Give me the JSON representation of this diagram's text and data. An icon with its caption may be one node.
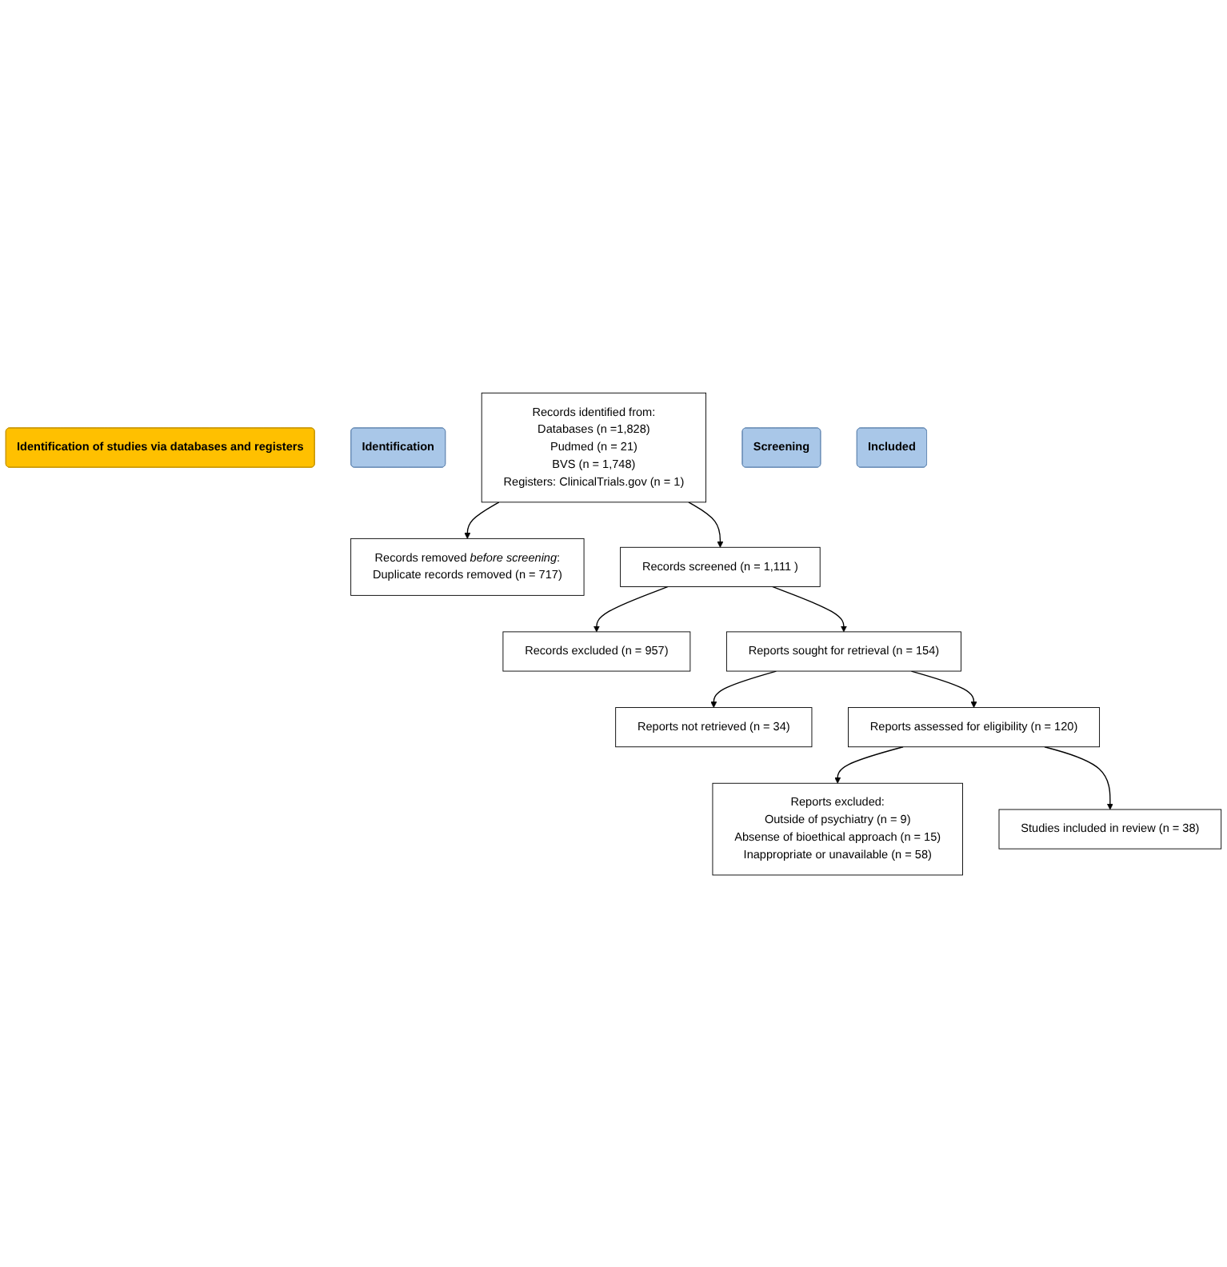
{
  "diagram": {
    "nodes": [
      {
        "text": [
          "Identification of studies via databases and registers"
        ]
      },
      {
        "text": [
          "Identification"
        ]
      },
      {
        "text": [
          "Records identified from:",
          "Databases (n =1,828)",
          "Pudmed (n = 21)",
          "BVS (n = 1,748)",
          "Registers: ClinicalTrials.gov (n = 1)"
        ]
      },
      {
        "text": [
          "Records removed *before screening*:",
          "Duplicate records removed (n = 717)"
        ]
      },
      {
        "text": [
          "Screening"
        ]
      },
      {
        "text": [
          "Records screened (n = 1,111 )"
        ]
      },
      {
        "text": [
          "Records excluded (n = 957)"
        ]
      },
      {
        "text": [
          "Reports sought for retrieval (n = 154)"
        ]
      },
      {
        "text": [
          "Reports not retrieved (n = 34)"
        ]
      },
      {
        "text": [
          "Reports assessed for eligibility (n = 120)"
        ]
      },
      {
        "text": [
          "Reports excluded:",
          "Outside of psychiatry (n = 9)",
          "Absense of bioethical approach (n = 15)",
          "Inappropriate or unavailable (n = 58)"
        ]
      },
      {
        "text": [
          "Included"
        ]
      },
      {
        "text": [
          "Studies included in review (n = 38)"
        ]
      }
    ],
    "edges": [
      {
        "from": 2,
        "to": 3,
        "arrow": "to"
      },
      {
        "from": 2,
        "to": 5,
        "arrow": "to"
      },
      {
        "from": 5,
        "to": 6,
        "arrow": "to"
      },
      {
        "from": 5,
        "to": 7,
        "arrow": "to"
      },
      {
        "from": 7,
        "to": 8,
        "arrow": "to"
      },
      {
        "from": 7,
        "to": 9,
        "arrow": "to"
      },
      {
        "from": 9,
        "to": 10,
        "arrow": "to"
      },
      {
        "from": 9,
        "to": 12,
        "arrow": "to"
      }
    ]
  }
}
